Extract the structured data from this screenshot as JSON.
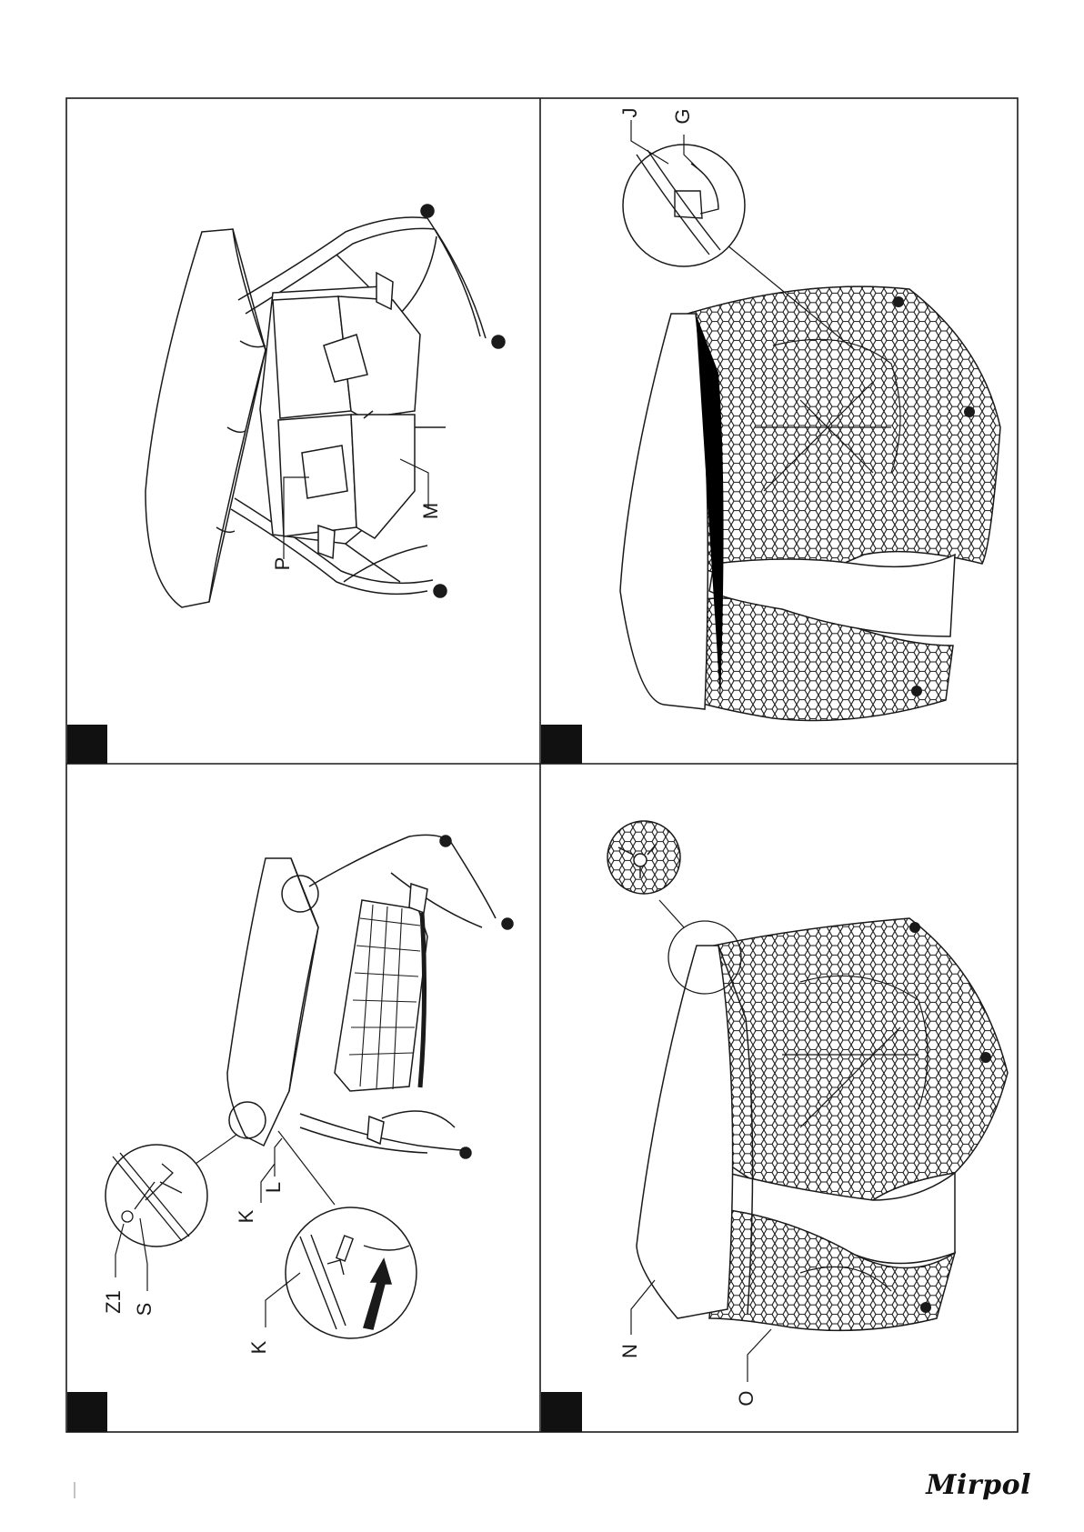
{
  "panels": [
    {
      "id": "top-left",
      "step_badge": "",
      "part_labels": [
        "P",
        "M"
      ]
    },
    {
      "id": "top-right",
      "step_badge": "",
      "part_labels": [
        "J",
        "G"
      ]
    },
    {
      "id": "bottom-left",
      "step_badge": "",
      "part_labels": [
        "Z1",
        "S",
        "K",
        "K",
        "L"
      ]
    },
    {
      "id": "bottom-right",
      "step_badge": "",
      "part_labels": [
        "N",
        "O"
      ]
    }
  ],
  "footer": {
    "page_number": "",
    "brand": "Mirpol"
  },
  "colors": {
    "line": "#1a1a1a",
    "badge": "#111111",
    "paper": "#ffffff"
  }
}
